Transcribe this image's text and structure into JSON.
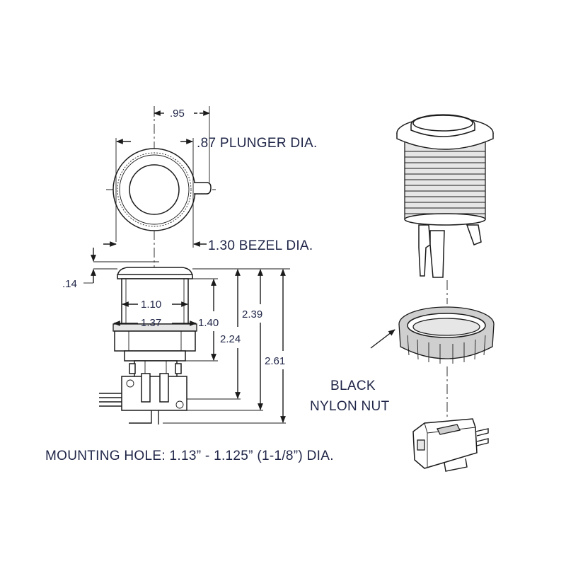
{
  "dimensions": {
    "top_width": ".95",
    "plunger_dia": ".87 PLUNGER DIA.",
    "bezel_dia": "1.30 BEZEL DIA.",
    "bezel_height": ".14",
    "thread_dia": "1.10",
    "nut_dia": "1.37",
    "height_1": "1.40",
    "height_2": "2.24",
    "height_3": "2.39",
    "height_4": "2.61"
  },
  "labels": {
    "nut_line1": "BLACK",
    "nut_line2": "NYLON NUT",
    "mounting_hole": "MOUNTING HOLE: 1.13” - 1.125” (1-1/8”) DIA."
  }
}
